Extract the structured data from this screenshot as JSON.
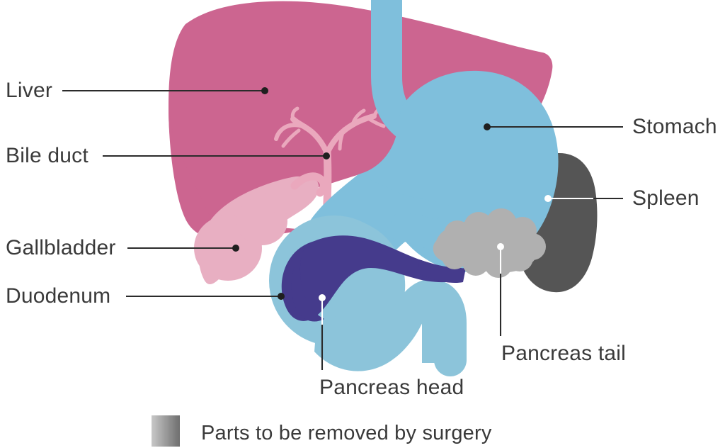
{
  "diagram": {
    "title": "Pancreatic surgery anatomy diagram",
    "background": "#ffffff"
  },
  "colors": {
    "liver": "#cc6590",
    "gallbladder": "#e8afc2",
    "bile_duct": "#eaa8bd",
    "stomach": "#7fbfdc",
    "duodenum": "#8cc4da",
    "spleen": "#555555",
    "pancreas_head": "#453b8c",
    "pancreas_tail": "#b0b0b0",
    "leader_dark": "#2b2b2b",
    "leader_light": "#ffffff",
    "text": "#3a3a3a",
    "legend_gradient_start": "#c8c8c8",
    "legend_gradient_end": "#6e6e6e"
  },
  "labels": {
    "liver": "Liver",
    "bile_duct": "Bile duct",
    "gallbladder": "Gallbladder",
    "duodenum": "Duodenum",
    "stomach": "Stomach",
    "spleen": "Spleen",
    "pancreas_head": "Pancreas head",
    "pancreas_tail": "Pancreas tail"
  },
  "legend": {
    "caption": "Parts to be removed by surgery",
    "swatch_name": "gradient-gray-swatch"
  },
  "organs": [
    {
      "key": "liver",
      "label": "Liver",
      "color": "#cc6590",
      "removed": false
    },
    {
      "key": "gallbladder",
      "label": "Gallbladder",
      "color": "#e8afc2",
      "removed": false
    },
    {
      "key": "bile_duct",
      "label": "Bile duct",
      "color": "#eaa8bd",
      "removed": false
    },
    {
      "key": "stomach",
      "label": "Stomach",
      "color": "#7fbfdc",
      "removed": false
    },
    {
      "key": "duodenum",
      "label": "Duodenum",
      "color": "#8cc4da",
      "removed": false
    },
    {
      "key": "spleen",
      "label": "Spleen",
      "color": "#555555",
      "removed": true
    },
    {
      "key": "pancreas_head",
      "label": "Pancreas head",
      "color": "#453b8c",
      "removed": false
    },
    {
      "key": "pancreas_tail",
      "label": "Pancreas tail",
      "color": "#b0b0b0",
      "removed": true
    }
  ]
}
